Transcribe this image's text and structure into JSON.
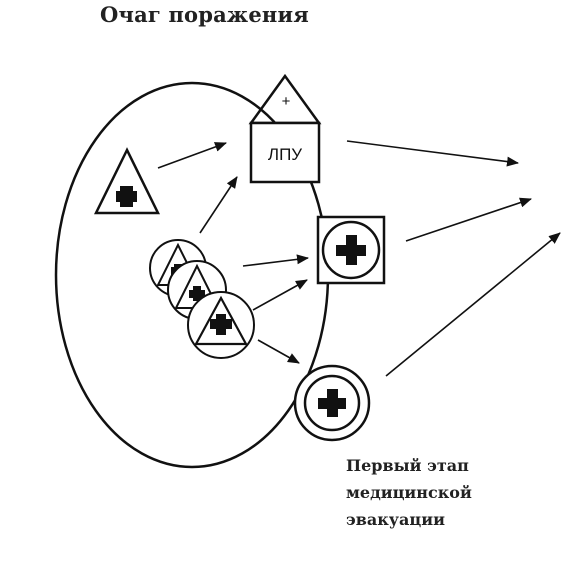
{
  "diagram": {
    "title": "Очаг поражения",
    "lpu_label": "ЛПУ",
    "lpu_plus": "+",
    "caption_lines": [
      "Первый этап",
      "медицинской",
      "эвакуации"
    ]
  }
}
